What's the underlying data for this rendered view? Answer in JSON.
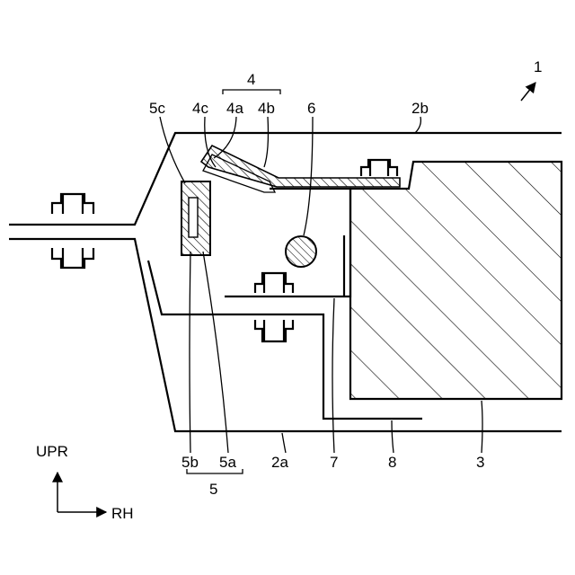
{
  "labels": {
    "assembly": "1",
    "panel_2a": "2a",
    "panel_2b": "2b",
    "battery": "3",
    "seal_group": "4",
    "seal_4a": "4a",
    "seal_4b": "4b",
    "seal_4c": "4c",
    "clip_group": "5",
    "clip_5a": "5a",
    "clip_5b": "5b",
    "clip_5c": "5c",
    "rod": "6",
    "bracket_7": "7",
    "bracket_8": "8",
    "dir_up": "UPR",
    "dir_right": "RH"
  }
}
